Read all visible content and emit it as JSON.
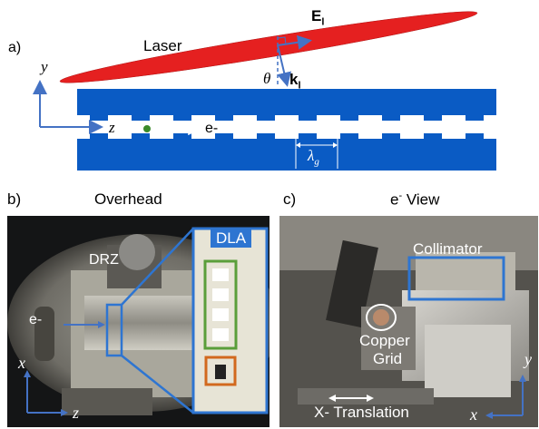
{
  "panel_a": {
    "label": "a)",
    "laser_label": "Laser",
    "field_label": "E",
    "field_sub": "l",
    "wavevector_label": "k",
    "wavevector_sub": "l",
    "angle_label": "θ",
    "axis_y": "y",
    "axis_z": "z",
    "electron_label": "e-",
    "grating_period_label": "λ",
    "grating_period_sub": "g"
  },
  "panel_b": {
    "label": "b)",
    "title": "Overhead",
    "drz_label": "DRZ",
    "dla_label": "DLA",
    "electron_label": "e-",
    "axis_x": "x",
    "axis_z": "z"
  },
  "panel_c": {
    "label": "c)",
    "title_prefix": "e",
    "title_sup": "-",
    "title_suffix": " View",
    "collimator_label": "Collimator",
    "copper_label": "Copper",
    "grid_label": "Grid",
    "translation_label": "X- Translation",
    "axis_x": "x",
    "axis_y": "y"
  },
  "colors": {
    "grating_blue": "#0a5bc4",
    "laser_red": "#e52020",
    "arrow_blue": "#4472c4",
    "electron_green": "#3a8a2a",
    "green_box": "#5a9e3a",
    "orange_box": "#d2691e"
  }
}
